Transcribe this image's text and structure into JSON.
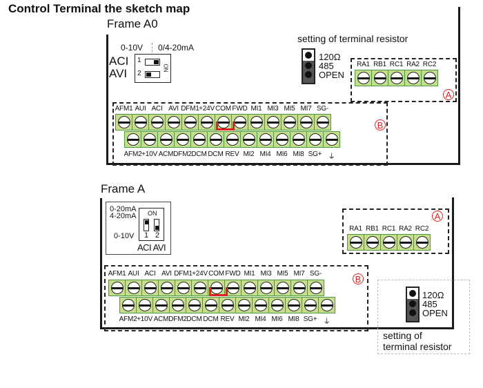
{
  "title": "Control Terminal the sketch map",
  "frame_a0": {
    "label": "Frame A0",
    "dip": {
      "voltage_label": "0-10V",
      "current_label": "0/4-20mA",
      "row1_label": "ACI",
      "row2_label": "AVI",
      "num1": "1",
      "num2": "2",
      "on_label": "ON"
    },
    "resistor": {
      "caption": "setting of terminal resistor",
      "options": [
        "120Ω",
        "485",
        "OPEN"
      ]
    },
    "relay": {
      "marker": "A",
      "labels": [
        "RA1",
        "RB1",
        "RC1",
        "RA2",
        "RC2"
      ]
    },
    "control": {
      "marker": "B",
      "top_labels": [
        "AFM1",
        "AUI",
        "ACI",
        "AVI",
        "DFM1",
        "+24V",
        "COM",
        "FWD",
        "MI1",
        "MI3",
        "MI5",
        "MI7",
        "SG-"
      ],
      "bottom_labels": [
        "AFM2",
        "+10V",
        "ACM",
        "DFM2",
        "DCM",
        "DCM",
        "REV",
        "MI2",
        "MI4",
        "MI6",
        "MI8",
        "SG+",
        "⏚"
      ]
    }
  },
  "frame_a": {
    "label": "Frame A",
    "dip": {
      "current1_label": "0-20mA",
      "current2_label": "4-20mA",
      "voltage_label": "0-10V",
      "on_label": "ON",
      "num1": "1",
      "num2": "2",
      "bottom_label": "ACI AVI"
    },
    "relay": {
      "marker": "A",
      "labels": [
        "RA1",
        "RB1",
        "RC1",
        "RA2",
        "RC2"
      ]
    },
    "control": {
      "marker": "B",
      "top_labels": [
        "AFM1",
        "AUI",
        "ACI",
        "AVI",
        "DFM1",
        "+24V",
        "COM",
        "FWD",
        "MI1",
        "MI3",
        "MI5",
        "MI7",
        "SG-"
      ],
      "bottom_labels": [
        "AFM2",
        "+10V",
        "ACM",
        "DFM2",
        "DCM",
        "DCM",
        "REV",
        "MI2",
        "MI4",
        "MI6",
        "MI8",
        "SG+",
        "⏚"
      ]
    },
    "resistor": {
      "caption_line1": "setting of",
      "caption_line2": "terminal resistor",
      "options": [
        "120Ω",
        "485",
        "OPEN"
      ]
    }
  },
  "colors": {
    "terminal_green": "#c4de8e",
    "terminal_border": "#4a9a3a",
    "marker_red": "#e02020"
  }
}
